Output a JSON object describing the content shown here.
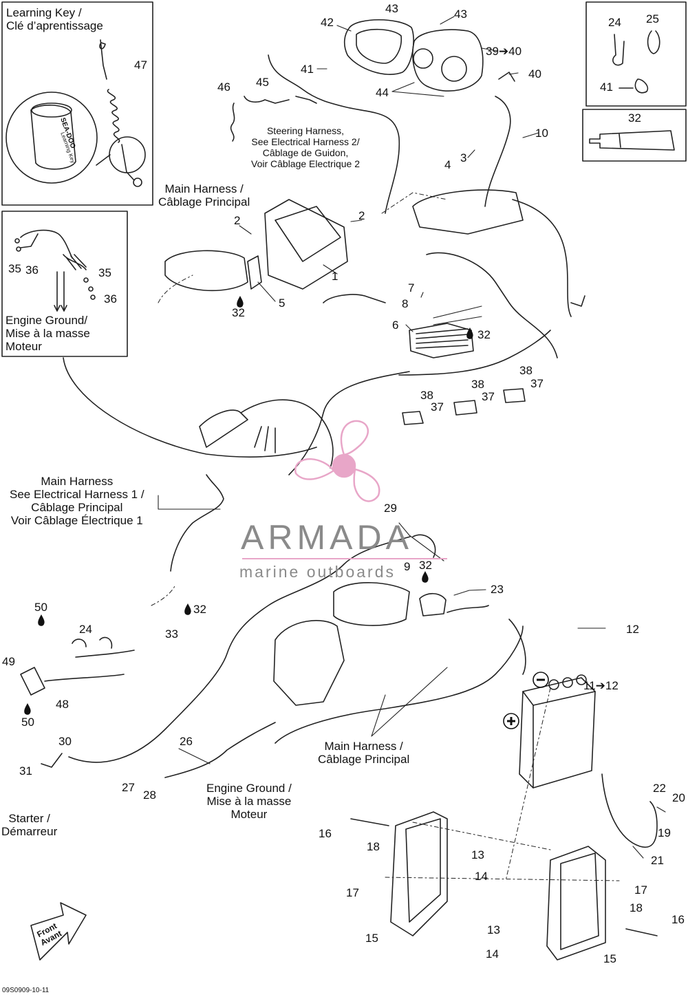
{
  "callouts": [
    {
      "id": "c43a",
      "text": "43"
    },
    {
      "id": "c43b",
      "text": "43"
    },
    {
      "id": "c42",
      "text": "42"
    },
    {
      "id": "c39",
      "text": "39➔40"
    },
    {
      "id": "c40",
      "text": "40"
    },
    {
      "id": "c41a",
      "text": "41"
    },
    {
      "id": "c44",
      "text": "44"
    },
    {
      "id": "c45",
      "text": "45"
    },
    {
      "id": "c46",
      "text": "46"
    },
    {
      "id": "c10",
      "text": "10"
    },
    {
      "id": "c3",
      "text": "3"
    },
    {
      "id": "c4",
      "text": "4"
    },
    {
      "id": "c2a",
      "text": "2"
    },
    {
      "id": "c2b",
      "text": "2"
    },
    {
      "id": "c1",
      "text": "1"
    },
    {
      "id": "c5",
      "text": "5"
    },
    {
      "id": "c32a",
      "text": "32"
    },
    {
      "id": "c7",
      "text": "7"
    },
    {
      "id": "c8",
      "text": "8"
    },
    {
      "id": "c6",
      "text": "6"
    },
    {
      "id": "c32b",
      "text": "32"
    },
    {
      "id": "c38a",
      "text": "38"
    },
    {
      "id": "c37a",
      "text": "37"
    },
    {
      "id": "c38b",
      "text": "38"
    },
    {
      "id": "c37b",
      "text": "37"
    },
    {
      "id": "c38c",
      "text": "38"
    },
    {
      "id": "c37c",
      "text": "37"
    },
    {
      "id": "c35a",
      "text": "35"
    },
    {
      "id": "c36a",
      "text": "36"
    },
    {
      "id": "c35b",
      "text": "35"
    },
    {
      "id": "c36b",
      "text": "36"
    },
    {
      "id": "c29",
      "text": "29"
    },
    {
      "id": "c9",
      "text": "9"
    },
    {
      "id": "c32c",
      "text": "32"
    },
    {
      "id": "c23",
      "text": "23"
    },
    {
      "id": "c12",
      "text": "12"
    },
    {
      "id": "c11",
      "text": "11➔12"
    },
    {
      "id": "c50a",
      "text": "50"
    },
    {
      "id": "c24b",
      "text": "24"
    },
    {
      "id": "c32d",
      "text": "32"
    },
    {
      "id": "c33",
      "text": "33"
    },
    {
      "id": "c49",
      "text": "49"
    },
    {
      "id": "c48",
      "text": "48"
    },
    {
      "id": "c50b",
      "text": "50"
    },
    {
      "id": "c30",
      "text": "30"
    },
    {
      "id": "c31",
      "text": "31"
    },
    {
      "id": "c26",
      "text": "26"
    },
    {
      "id": "c27",
      "text": "27"
    },
    {
      "id": "c28",
      "text": "28"
    },
    {
      "id": "c22",
      "text": "22"
    },
    {
      "id": "c20",
      "text": "20"
    },
    {
      "id": "c19",
      "text": "19"
    },
    {
      "id": "c21",
      "text": "21"
    },
    {
      "id": "c16a",
      "text": "16"
    },
    {
      "id": "c18a",
      "text": "18"
    },
    {
      "id": "c13a",
      "text": "13"
    },
    {
      "id": "c14a",
      "text": "14"
    },
    {
      "id": "c17a",
      "text": "17"
    },
    {
      "id": "c17b",
      "text": "17"
    },
    {
      "id": "c15a",
      "text": "15"
    },
    {
      "id": "c18b",
      "text": "18"
    },
    {
      "id": "c16b",
      "text": "16"
    },
    {
      "id": "c13b",
      "text": "13"
    },
    {
      "id": "c14b",
      "text": "14"
    },
    {
      "id": "c15b",
      "text": "15"
    },
    {
      "id": "c47",
      "text": "47"
    },
    {
      "id": "c24a",
      "text": "24"
    },
    {
      "id": "c25",
      "text": "25"
    },
    {
      "id": "c41b",
      "text": "41"
    },
    {
      "id": "c32e",
      "text": "32"
    }
  ],
  "labels": {
    "learning_key": "Learning Key /\nClé d’aprentissage",
    "steering_harness": "Steering Harness,\nSee Electrical Harness 2/\nCâblage de Guidon,\nVoir Câblage Electrique 2",
    "main_harness_top": "Main Harness /\nCâblage Principal",
    "engine_ground_top": "Engine Ground/\nMise à la masse\nMoteur",
    "main_harness_mid": "Main Harness\nSee Electrical Harness 1 /\nCâblage Principal\nVoir Câblage Électrique 1",
    "main_harness_bottom": "Main Harness /\nCâblage Principal",
    "engine_ground_bottom": "Engine Ground /\nMise à la masse\nMoteur",
    "starter": "Starter /\nDémarreur",
    "front": "Front\nAvant",
    "diagram_code": "09S0909-10-11",
    "key_brand": "SEA-DOO",
    "key_text": "Learning Key"
  },
  "watermark": {
    "title": "ARMADA",
    "subtitle": "marine outboards",
    "color": "#e8a6c8"
  }
}
